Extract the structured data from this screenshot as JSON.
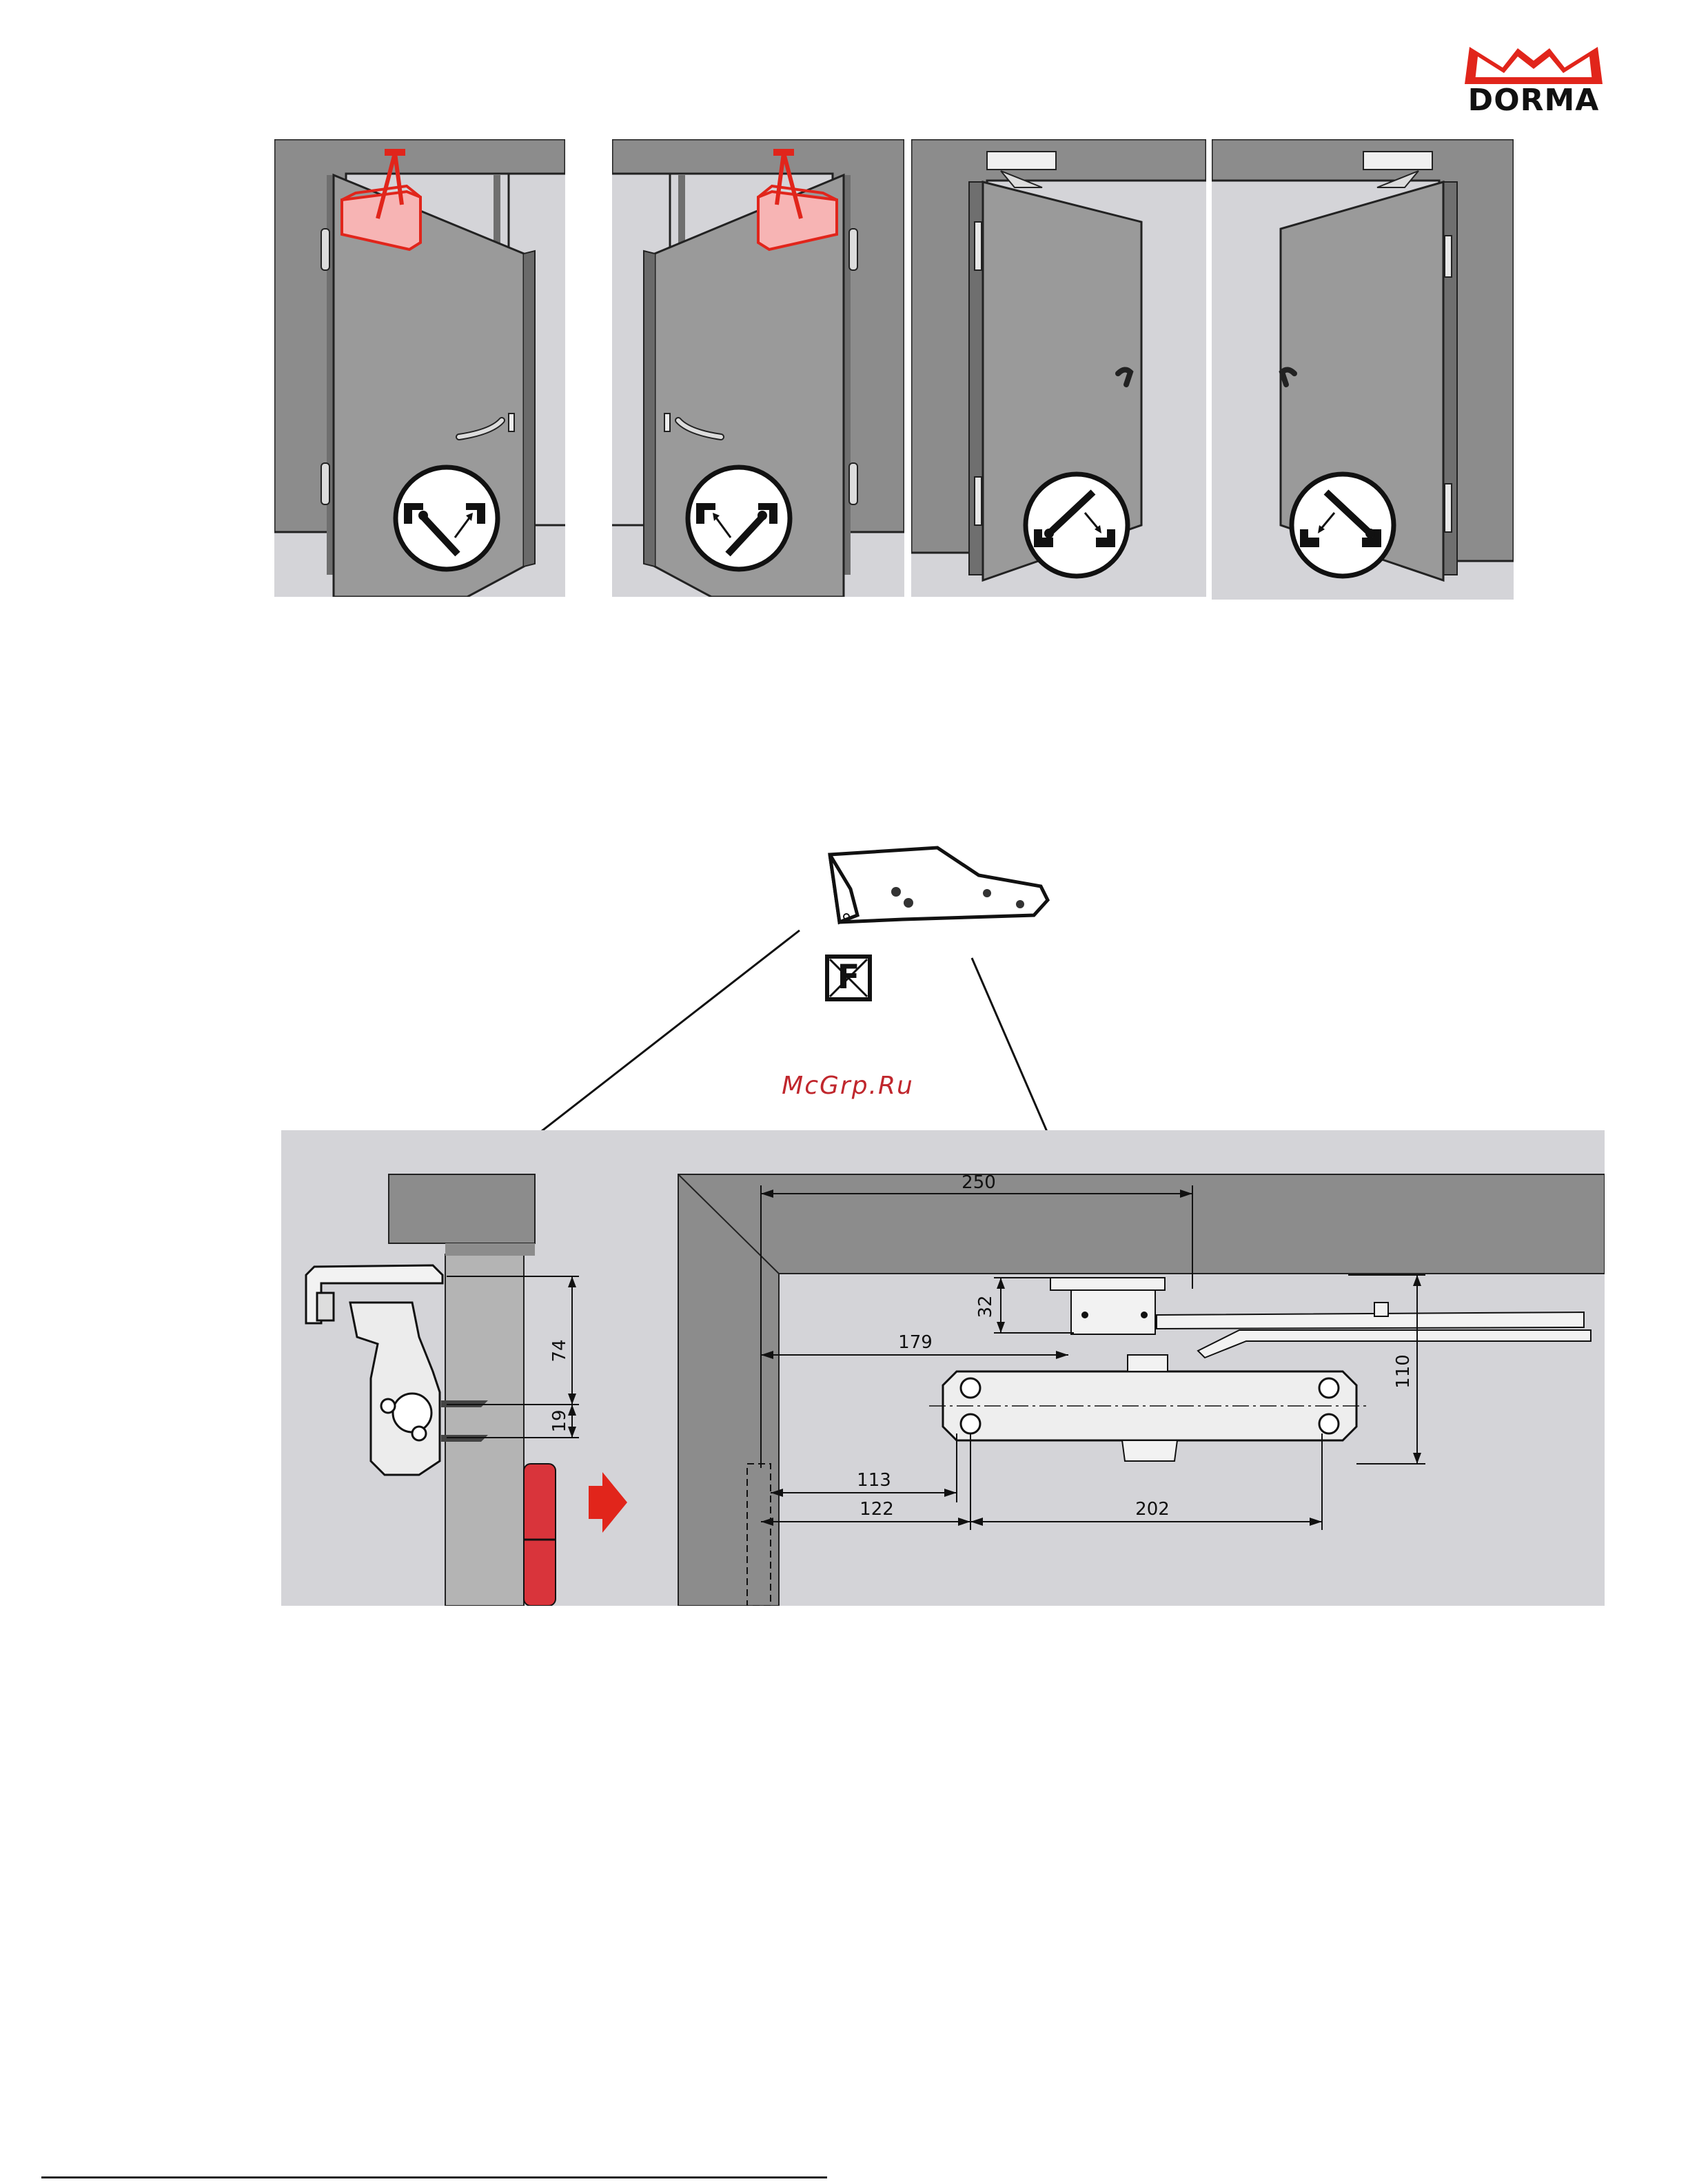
{
  "brand": {
    "logo_text": "DORMA",
    "color": "#e1251b"
  },
  "watermark": "McGrp.Ru",
  "door_panels": [
    {
      "id": "left-hand-top",
      "icon": "door-swing-left-icon"
    },
    {
      "id": "right-hand-top",
      "icon": "door-swing-right-icon"
    },
    {
      "id": "left-hand-frame",
      "icon": "door-swing-pull-left-icon"
    },
    {
      "id": "right-hand-frame",
      "icon": "door-swing-pull-right-icon"
    }
  ],
  "bracket": {
    "icon": "mounting-bracket-icon",
    "symbol": "F"
  },
  "dimensions": {
    "d250": "250",
    "d32": "32",
    "d179": "179",
    "d110": "110",
    "d113": "113",
    "d122": "122",
    "d202": "202",
    "d74": "74",
    "d19": "19"
  },
  "colors": {
    "accent_red": "#e1251b",
    "wall": "#8c8c8c",
    "panel_bg": "#d4d4d8"
  }
}
